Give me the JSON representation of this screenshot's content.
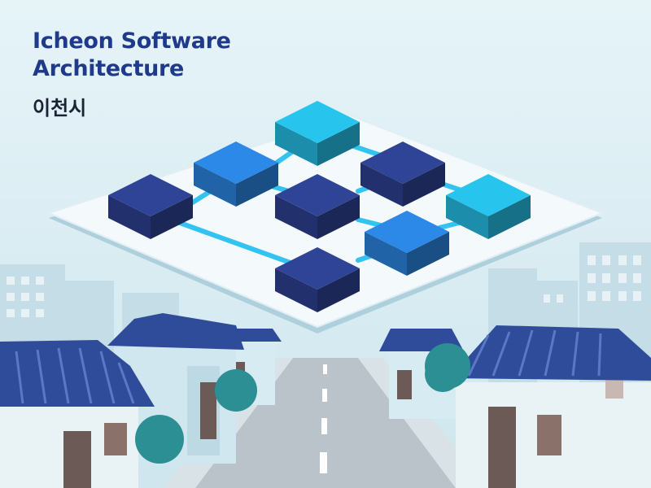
{
  "title": {
    "line1": "Icheon Software",
    "line2": "Architecture"
  },
  "subtitle": "이천시",
  "colors": {
    "sky": "#dbeef4",
    "title_text": "#1f3a8a",
    "subtitle_text": "#1a2236",
    "platform": "#f4f9fc",
    "cube_navy": "#2c3f8c",
    "cube_blue": "#2a7fd6",
    "cube_cyan": "#24b6dc",
    "connector": "#33c3f0",
    "roof": "#2f4c9a",
    "road": "#b9c3c9"
  },
  "icons": [
    "network-cube",
    "hanok-roof",
    "building",
    "tree",
    "road"
  ]
}
